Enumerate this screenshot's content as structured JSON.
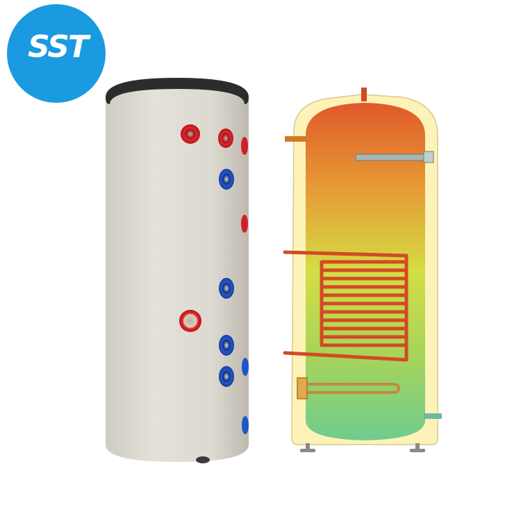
{
  "logo": {
    "text": "SST",
    "color": "#1a9ae0",
    "text_color": "#ffffff"
  },
  "colors": {
    "tank_shell": "#e2dfd7",
    "tank_lid": "#2c2c2c",
    "hot_port": "#e5252d",
    "cold_port": "#1f55c8",
    "insulation": "#fdf3b8",
    "coil": "#d24a25",
    "hot_water": "#e0602a",
    "mid_water": "#d6e04a",
    "cold_water": "#7ad08a"
  },
  "icons": [
    "logo-icon",
    "tank-exterior",
    "tank-cutaway",
    "heat-exchanger-coil",
    "electric-heater-element"
  ]
}
